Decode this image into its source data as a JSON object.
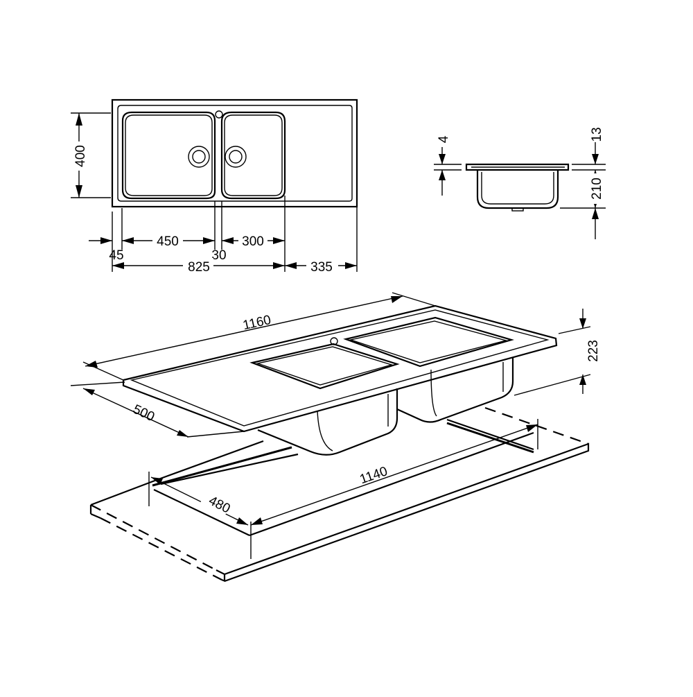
{
  "dimensions": {
    "top_width": "400",
    "top_offset_left": "45",
    "top_bowl_left": "450",
    "top_gap": "30",
    "top_bowl_right": "300",
    "top_bowls_total": "825",
    "top_drainer": "335",
    "side_rim": "4",
    "side_flange": "13",
    "side_depth": "210",
    "iso_length": "1160",
    "iso_width": "500",
    "iso_height": "223",
    "cutout_length": "1140",
    "cutout_width": "480"
  }
}
